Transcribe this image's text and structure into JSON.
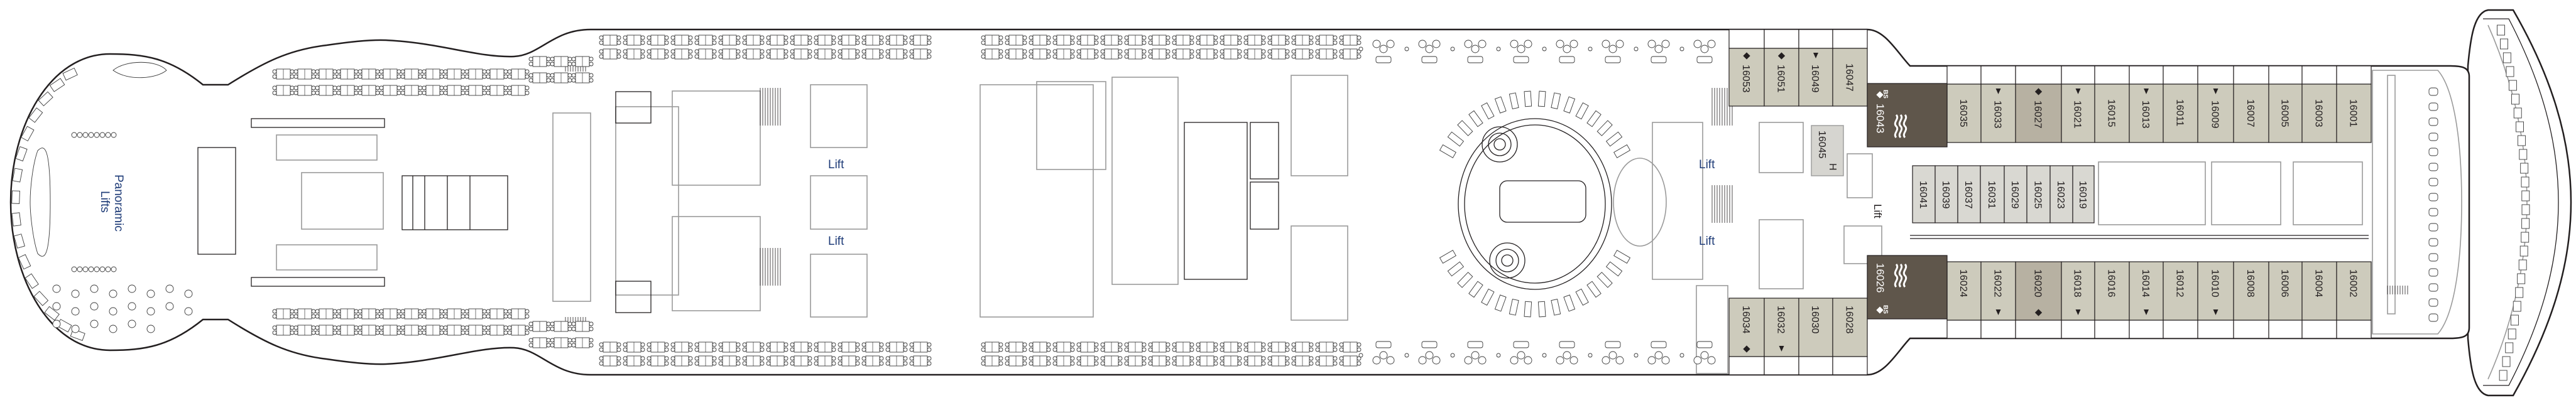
{
  "deck_plan": {
    "colors": {
      "standard": "#cdcbbc",
      "premium": "#b7b1a2",
      "suite": "#5f564b",
      "interior": "#d9d8d2",
      "accessible": "#d6d5d0",
      "label": "#1f3c78"
    },
    "labels": {
      "panoramic": "Panoramic",
      "panoramic_lifts": "Lifts",
      "lift": "Lift"
    },
    "cabins": {
      "upper_aft": [
        {
          "number": "16053",
          "type": "standard",
          "marker": "diamond"
        },
        {
          "number": "16051",
          "type": "standard",
          "marker": "diamond"
        },
        {
          "number": "16049",
          "type": "standard",
          "marker": "triangle"
        },
        {
          "number": "16047",
          "type": "standard",
          "marker": ""
        }
      ],
      "upper_fwd": [
        {
          "number": "16035",
          "type": "standard",
          "marker": ""
        },
        {
          "number": "16033",
          "type": "standard",
          "marker": "triangle"
        },
        {
          "number": "16027",
          "type": "premium",
          "marker": "diamond"
        },
        {
          "number": "16021",
          "type": "standard",
          "marker": "triangle"
        },
        {
          "number": "16015",
          "type": "standard",
          "marker": ""
        },
        {
          "number": "16013",
          "type": "standard",
          "marker": "triangle"
        },
        {
          "number": "16011",
          "type": "standard",
          "marker": ""
        },
        {
          "number": "16009",
          "type": "standard",
          "marker": "triangle"
        },
        {
          "number": "16007",
          "type": "standard",
          "marker": ""
        },
        {
          "number": "16005",
          "type": "standard",
          "marker": ""
        },
        {
          "number": "16003",
          "type": "standard",
          "marker": ""
        },
        {
          "number": "16001",
          "type": "standard",
          "marker": ""
        }
      ],
      "interior": [
        {
          "number": "16041",
          "type": "interior",
          "marker": ""
        },
        {
          "number": "16039",
          "type": "interior",
          "marker": ""
        },
        {
          "number": "16037",
          "type": "interior",
          "marker": ""
        },
        {
          "number": "16031",
          "type": "interior",
          "marker": ""
        },
        {
          "number": "16029",
          "type": "interior",
          "marker": ""
        },
        {
          "number": "16025",
          "type": "interior",
          "marker": ""
        },
        {
          "number": "16023",
          "type": "interior",
          "marker": ""
        },
        {
          "number": "16019",
          "type": "interior",
          "marker": ""
        }
      ],
      "lower_aft": [
        {
          "number": "16034",
          "type": "standard",
          "marker": "diamond"
        },
        {
          "number": "16032",
          "type": "standard",
          "marker": "triangle"
        },
        {
          "number": "16030",
          "type": "standard",
          "marker": ""
        },
        {
          "number": "16028",
          "type": "standard",
          "marker": ""
        }
      ],
      "lower_fwd": [
        {
          "number": "16024",
          "type": "standard",
          "marker": ""
        },
        {
          "number": "16022",
          "type": "standard",
          "marker": "triangle"
        },
        {
          "number": "16020",
          "type": "premium",
          "marker": "diamond"
        },
        {
          "number": "16018",
          "type": "standard",
          "marker": "triangle"
        },
        {
          "number": "16016",
          "type": "standard",
          "marker": ""
        },
        {
          "number": "16014",
          "type": "standard",
          "marker": "triangle"
        },
        {
          "number": "16012",
          "type": "standard",
          "marker": ""
        },
        {
          "number": "16010",
          "type": "standard",
          "marker": "triangle"
        },
        {
          "number": "16008",
          "type": "standard",
          "marker": ""
        },
        {
          "number": "16006",
          "type": "standard",
          "marker": ""
        },
        {
          "number": "16004",
          "type": "standard",
          "marker": ""
        },
        {
          "number": "16002",
          "type": "standard",
          "marker": ""
        }
      ],
      "suites": [
        {
          "number": "16043",
          "badge": "BS",
          "marker": "diamond",
          "icon": "wave-icon"
        },
        {
          "number": "16026",
          "badge": "BS",
          "marker": "diamond",
          "icon": "wave-icon"
        }
      ],
      "accessible": {
        "number": "16045",
        "badge": "H"
      }
    }
  }
}
